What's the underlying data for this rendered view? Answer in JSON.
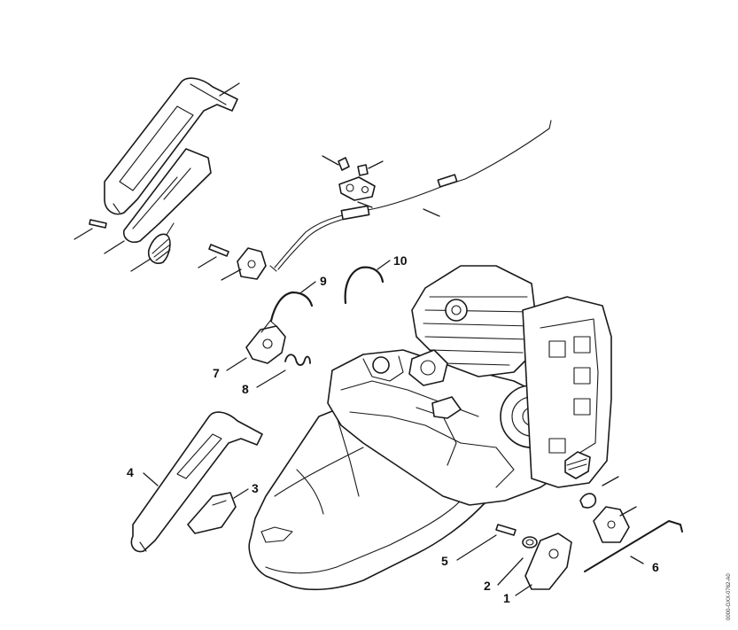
{
  "diagram": {
    "callouts": [
      {
        "id": "1",
        "label": "1"
      },
      {
        "id": "2",
        "label": "2"
      },
      {
        "id": "3",
        "label": "3"
      },
      {
        "id": "4",
        "label": "4"
      },
      {
        "id": "5",
        "label": "5"
      },
      {
        "id": "6",
        "label": "6"
      },
      {
        "id": "7",
        "label": "7"
      },
      {
        "id": "8",
        "label": "8"
      },
      {
        "id": "9",
        "label": "9"
      },
      {
        "id": "10",
        "label": "10"
      }
    ],
    "drawing_code": "0000-GXX-0762-A0"
  }
}
